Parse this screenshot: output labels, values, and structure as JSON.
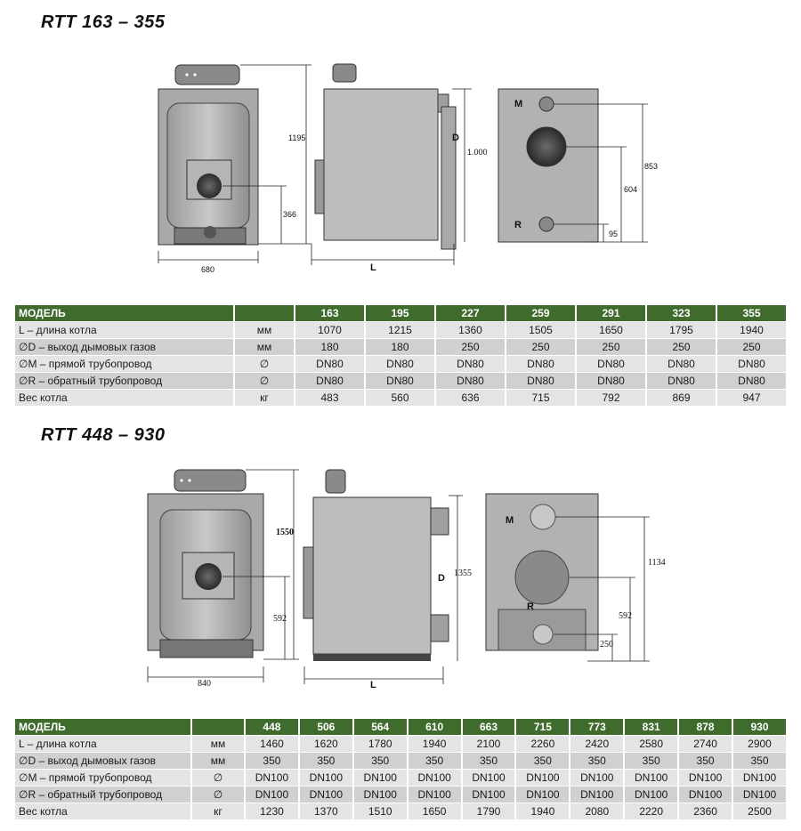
{
  "section1": {
    "title": "RTT 163 – 355",
    "dims": {
      "height": "1195",
      "burner_height": "366",
      "width": "680",
      "length": "L",
      "d": "D",
      "d_height": "1.000",
      "total_height": "853",
      "m_height": "604",
      "r_height": "95",
      "m": "M",
      "r": "R"
    },
    "table": {
      "header": [
        "МОДЕЛЬ",
        "",
        "163",
        "195",
        "227",
        "259",
        "291",
        "323",
        "355"
      ],
      "rows": [
        [
          "L – длина котла",
          "мм",
          "1070",
          "1215",
          "1360",
          "1505",
          "1650",
          "1795",
          "1940"
        ],
        [
          "∅D – выход дымовых газов",
          "мм",
          "180",
          "180",
          "250",
          "250",
          "250",
          "250",
          "250"
        ],
        [
          "∅M – прямой трубопровод",
          "∅",
          "DN80",
          "DN80",
          "DN80",
          "DN80",
          "DN80",
          "DN80",
          "DN80"
        ],
        [
          "∅R – обратный трубопровод",
          "∅",
          "DN80",
          "DN80",
          "DN80",
          "DN80",
          "DN80",
          "DN80",
          "DN80"
        ],
        [
          "Вес  котла",
          "кг",
          "483",
          "560",
          "636",
          "715",
          "792",
          "869",
          "947"
        ]
      ]
    }
  },
  "section2": {
    "title": "RTT 448 – 930",
    "dims": {
      "height": "1550",
      "burner_height": "592",
      "width": "840",
      "length": "L",
      "d": "D",
      "d_height": "1355",
      "total_height": "1134",
      "m_height": "592",
      "r_height": "250",
      "m": "M",
      "r": "R"
    },
    "table": {
      "header": [
        "МОДЕЛЬ",
        "",
        "448",
        "506",
        "564",
        "610",
        "663",
        "715",
        "773",
        "831",
        "878",
        "930"
      ],
      "rows": [
        [
          "L – длина котла",
          "мм",
          "1460",
          "1620",
          "1780",
          "1940",
          "2100",
          "2260",
          "2420",
          "2580",
          "2740",
          "2900"
        ],
        [
          "∅D – выход дымовых газов",
          "мм",
          "350",
          "350",
          "350",
          "350",
          "350",
          "350",
          "350",
          "350",
          "350",
          "350"
        ],
        [
          "∅M – прямой трубопровод",
          "∅",
          "DN100",
          "DN100",
          "DN100",
          "DN100",
          "DN100",
          "DN100",
          "DN100",
          "DN100",
          "DN100",
          "DN100"
        ],
        [
          "∅R – обратный трубопровод",
          "∅",
          "DN100",
          "DN100",
          "DN100",
          "DN100",
          "DN100",
          "DN100",
          "DN100",
          "DN100",
          "DN100",
          "DN100"
        ],
        [
          "Вес  котла",
          "кг",
          "1230",
          "1370",
          "1510",
          "1650",
          "1790",
          "1940",
          "2080",
          "2220",
          "2360",
          "2500"
        ]
      ]
    }
  }
}
